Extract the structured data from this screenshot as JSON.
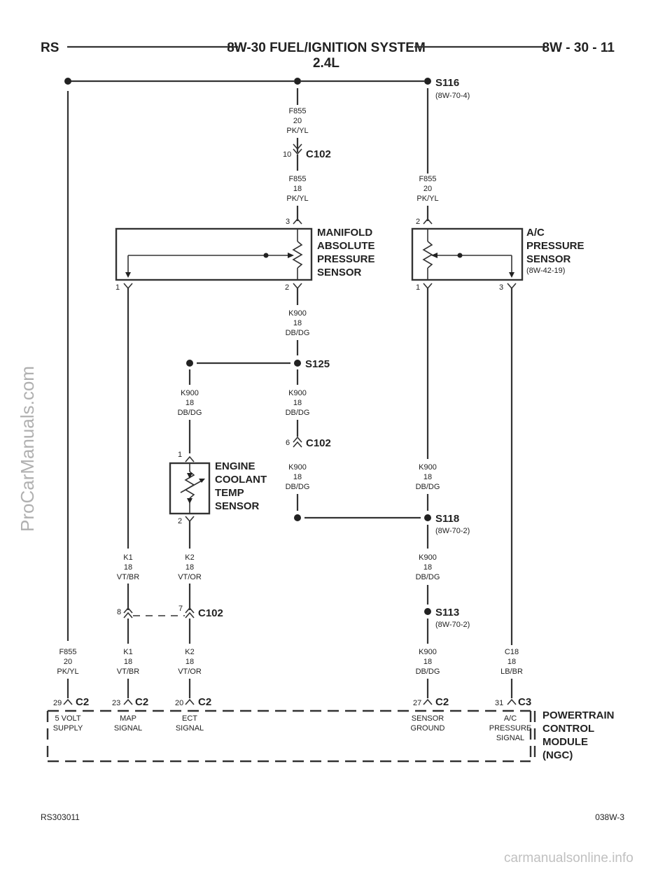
{
  "header": {
    "left": "RS",
    "title": "8W-30 FUEL/IGNITION SYSTEM",
    "subtitle": "2.4L",
    "page": "8W - 30 - 11"
  },
  "splices": {
    "s116": {
      "label": "S116",
      "ref": "(8W-70-4)"
    },
    "s125": {
      "label": "S125"
    },
    "s118": {
      "label": "S118",
      "ref": "(8W-70-2)"
    },
    "s113": {
      "label": "S113",
      "ref": "(8W-70-2)"
    }
  },
  "connectors": {
    "c102_top": {
      "label": "C102",
      "pin": "10"
    },
    "c102_mid": {
      "label": "C102",
      "pin": "6"
    },
    "c102_low": {
      "label": "C102",
      "pin_left": "8",
      "pin_right": "7"
    },
    "c2_29": {
      "label": "C2",
      "pin": "29"
    },
    "c2_23": {
      "label": "C2",
      "pin": "23"
    },
    "c2_20": {
      "label": "C2",
      "pin": "20"
    },
    "c2_27": {
      "label": "C2",
      "pin": "27"
    },
    "c3_31": {
      "label": "C3",
      "pin": "31"
    }
  },
  "wires": {
    "f855_top": {
      "circuit": "F855",
      "gauge": "20",
      "color": "PK/YL"
    },
    "f855_map": {
      "circuit": "F855",
      "gauge": "18",
      "color": "PK/YL"
    },
    "f855_ac": {
      "circuit": "F855",
      "gauge": "20",
      "color": "PK/YL"
    },
    "k900_map": {
      "circuit": "K900",
      "gauge": "18",
      "color": "DB/DG"
    },
    "k900_ect": {
      "circuit": "K900",
      "gauge": "18",
      "color": "DB/DG"
    },
    "k900_s125": {
      "circuit": "K900",
      "gauge": "18",
      "color": "DB/DG"
    },
    "k900_c102": {
      "circuit": "K900",
      "gauge": "18",
      "color": "DB/DG"
    },
    "k900_ac": {
      "circuit": "K900",
      "gauge": "18",
      "color": "DB/DG"
    },
    "k900_s118": {
      "circuit": "K900",
      "gauge": "18",
      "color": "DB/DG"
    },
    "k900_pcm": {
      "circuit": "K900",
      "gauge": "18",
      "color": "DB/DG"
    },
    "k1_up": {
      "circuit": "K1",
      "gauge": "18",
      "color": "VT/BR"
    },
    "k1_low": {
      "circuit": "K1",
      "gauge": "18",
      "color": "VT/BR"
    },
    "k2_up": {
      "circuit": "K2",
      "gauge": "18",
      "color": "VT/OR"
    },
    "k2_low": {
      "circuit": "K2",
      "gauge": "18",
      "color": "VT/OR"
    },
    "f855_pcm": {
      "circuit": "F855",
      "gauge": "20",
      "color": "PK/YL"
    },
    "c18": {
      "circuit": "C18",
      "gauge": "18",
      "color": "LB/BR"
    }
  },
  "components": {
    "map": {
      "lines": [
        "MANIFOLD",
        "ABSOLUTE",
        "PRESSURE",
        "SENSOR"
      ],
      "pins": [
        "1",
        "2",
        "3"
      ]
    },
    "ac": {
      "lines": [
        "A/C",
        "PRESSURE",
        "SENSOR"
      ],
      "ref": "(8W-42-19)",
      "pins": [
        "1",
        "2",
        "3"
      ]
    },
    "ect": {
      "lines": [
        "ENGINE",
        "COOLANT",
        "TEMP",
        "SENSOR"
      ],
      "pins": [
        "1",
        "2"
      ]
    },
    "pcm": {
      "lines": [
        "POWERTRAIN",
        "CONTROL",
        "MODULE",
        "(NGC)"
      ]
    }
  },
  "pcm_signals": {
    "v5": [
      "5 VOLT",
      "SUPPLY"
    ],
    "map": [
      "MAP",
      "SIGNAL"
    ],
    "ect": [
      "ECT",
      "SIGNAL"
    ],
    "ground": [
      "SENSOR",
      "GROUND"
    ],
    "ac": [
      "A/C",
      "PRESSURE",
      "SIGNAL"
    ]
  },
  "footer": {
    "left": "RS303011",
    "right": "038W-3"
  },
  "watermarks": {
    "side": "ProCarManuals.com",
    "bottom": "carmanualsonline.info"
  }
}
